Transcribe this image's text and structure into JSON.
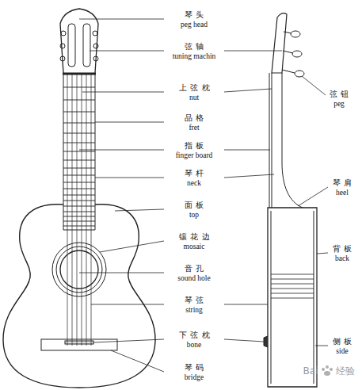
{
  "diagram": {
    "labels": [
      "琴头",
      "peg head",
      "弦轴",
      "tuning machin",
      "上弦枕",
      "nut",
      "品格",
      "fret",
      "指板",
      "finger board",
      "琴杆",
      "neck",
      "面板",
      "top",
      "镶花边",
      "mosaic",
      "音孔",
      "sound hole",
      "琴弦",
      "string",
      "下弦枕",
      "bone",
      "琴码",
      "bridge",
      "弦钮",
      "peg",
      "琴肩",
      "heel",
      "背板",
      "back",
      "侧板",
      "side",
      "Bai",
      "经验"
    ]
  }
}
